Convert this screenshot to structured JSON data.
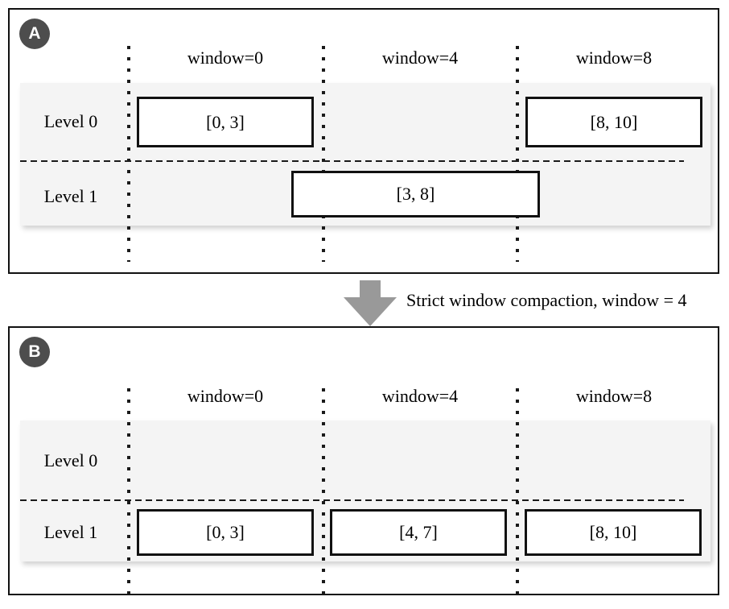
{
  "figure": {
    "panel_a": {
      "badge": "A",
      "column_headers": [
        "window=0",
        "window=4",
        "window=8"
      ],
      "row_labels": [
        "Level 0",
        "Level 1"
      ],
      "level0_boxes": [
        {
          "label": "[0, 3]",
          "column": "window=0"
        },
        {
          "label": "[8, 10]",
          "column": "window=8"
        }
      ],
      "level1_boxes": [
        {
          "label": "[3, 8]",
          "column": "spans window=0 to window=8"
        }
      ]
    },
    "transition": {
      "caption": "Strict window compaction, window = 4"
    },
    "panel_b": {
      "badge": "B",
      "column_headers": [
        "window=0",
        "window=4",
        "window=8"
      ],
      "row_labels": [
        "Level 0",
        "Level 1"
      ],
      "level0_boxes": [],
      "level1_boxes": [
        {
          "label": "[0, 3]",
          "column": "window=0"
        },
        {
          "label": "[4, 7]",
          "column": "window=4"
        },
        {
          "label": "[8, 10]",
          "column": "window=8"
        }
      ]
    },
    "colors": {
      "panel_border": "#111111",
      "badge_bg": "#4d4d4d",
      "badge_text": "#ffffff",
      "row_bg": "#f4f4f4",
      "arrow": "#999999",
      "line": "#1a1a1a"
    }
  }
}
